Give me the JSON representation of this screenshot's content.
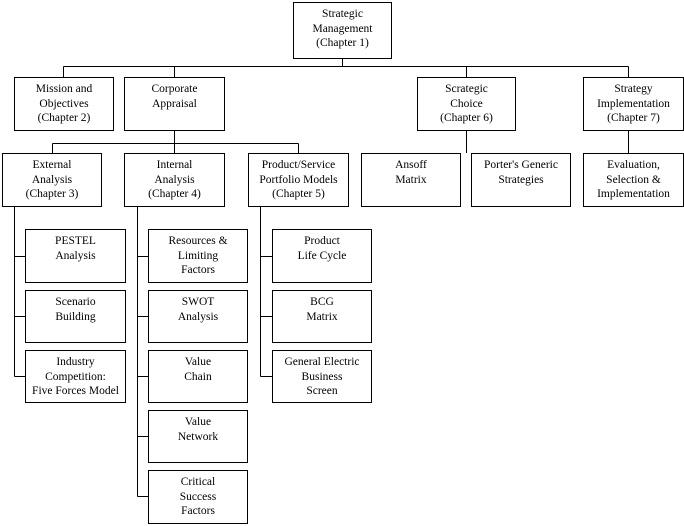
{
  "nodes": {
    "strategic_management": "Strategic\nManagement\n(Chapter 1)",
    "mission_objectives": "Mission and\nObjectives\n(Chapter 2)",
    "corporate_appraisal": "Corporate\nAppraisal",
    "strategic_choice": "Scrategic\nChoice\n(Chapter 6)",
    "strategy_implementation": "Strategy\nImplementation\n(Chapter 7)",
    "external_analysis": "External\nAnalysis\n(Chapter 3)",
    "internal_analysis": "Internal\nAnalysis\n(Chapter 4)",
    "portfolio_models": "Product/Service\nPortfolio Models\n(Chapter 5)",
    "ansoff_matrix": "Ansoff\nMatrix",
    "porters_generic": "Porter's Generic\nStrategies",
    "evaluation_selection": "Evaluation,\nSelection &\nImplementation",
    "pestel": "PESTEL\nAnalysis",
    "scenario": "Scenario\nBuilding",
    "industry_competition": "Industry\nCompetition:\nFive Forces Model",
    "resources": "Resources &\nLimiting\nFactors",
    "swot": "SWOT\nAnalysis",
    "value_chain": "Value\nChain",
    "value_network": "Value\nNetwork",
    "critical_success": "Critical\nSuccess\nFactors",
    "product_life_cycle": "Product\nLife Cycle",
    "bcg": "BCG\nMatrix",
    "ge_screen": "General Electric\nBusiness\nScreen"
  },
  "colors": {
    "line": "#000000",
    "border": "#000000",
    "background": "#ffffff"
  }
}
